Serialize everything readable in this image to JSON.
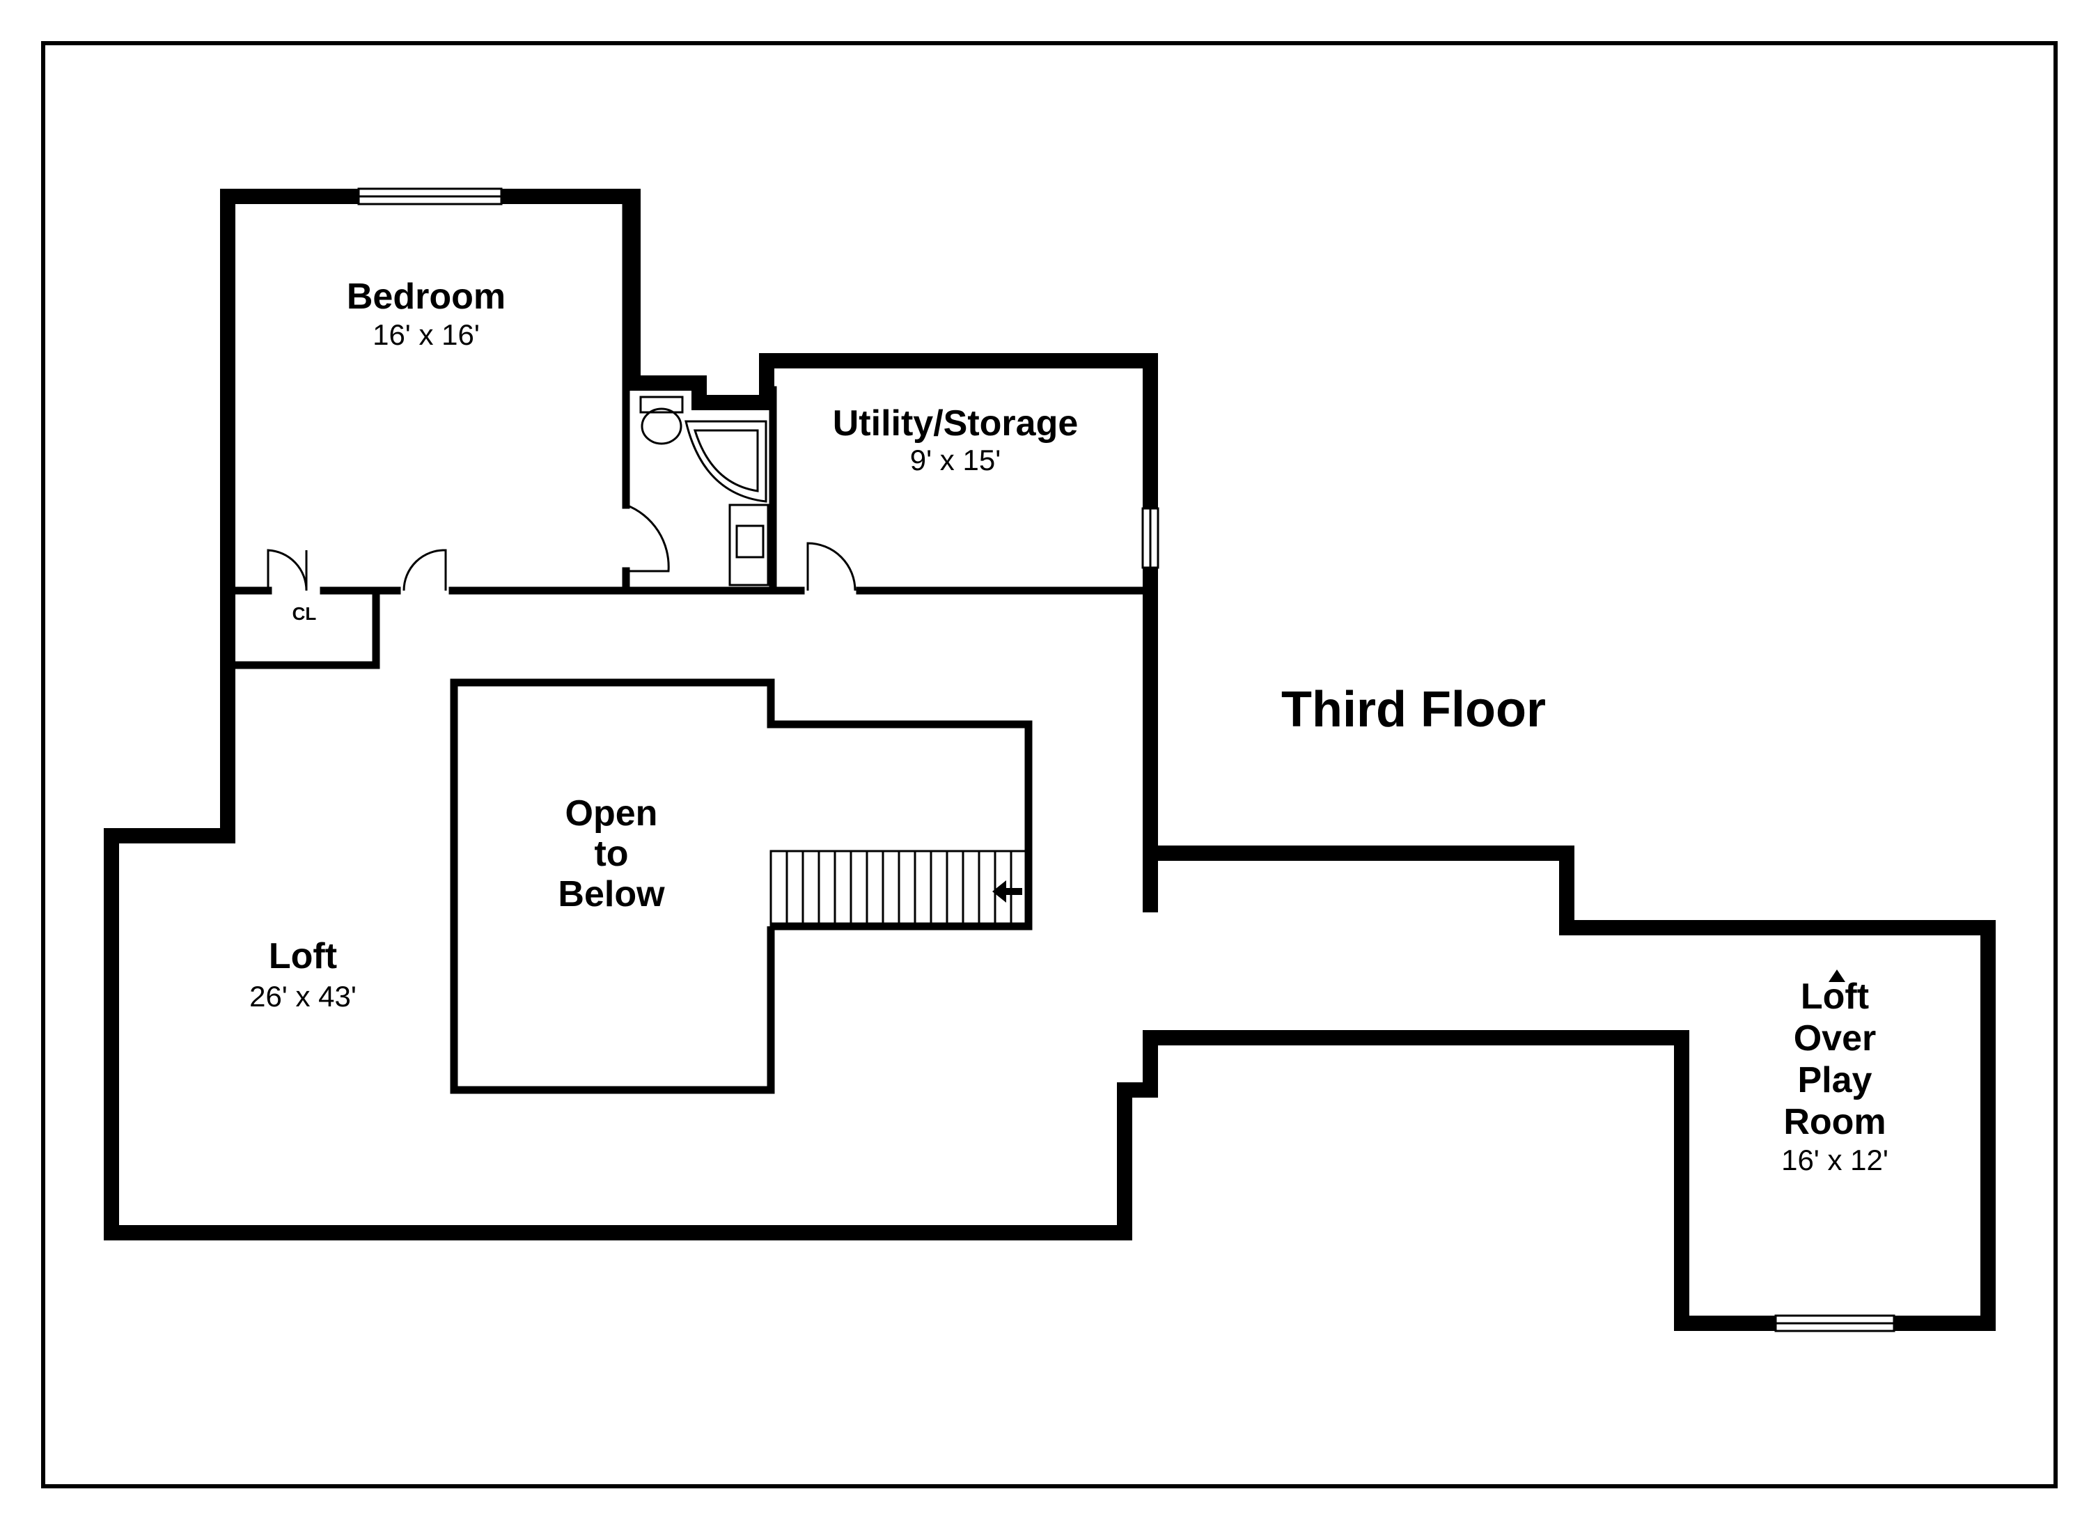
{
  "floor_title": "Third Floor",
  "rooms": {
    "bedroom": {
      "name": "Bedroom",
      "dims": "16' x 16'"
    },
    "utility": {
      "name": "Utility/Storage",
      "dims": "9' x 15'"
    },
    "closet": {
      "name": "CL"
    },
    "open_to_below": {
      "lines": [
        "Open",
        "to",
        "Below"
      ]
    },
    "loft": {
      "name": "Loft",
      "dims": "26' x 43'"
    },
    "loft_over_play_room": {
      "lines": [
        "Loft",
        "Over",
        "Play",
        "Room"
      ],
      "dims": "16' x 12'"
    }
  }
}
